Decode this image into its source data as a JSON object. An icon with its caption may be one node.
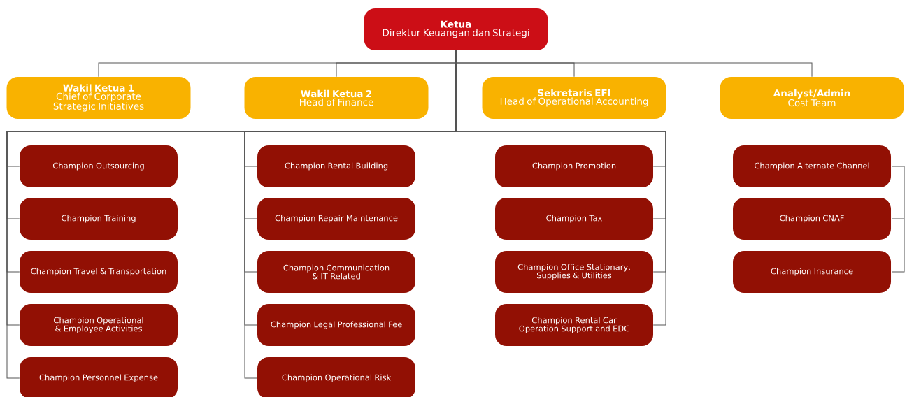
{
  "diagram": {
    "nodes": [
      {
        "text": [
          "Ketua",
          "Direktur Keuangan dan Strategi"
        ]
      },
      {
        "text": [
          "Wakil Ketua 1",
          "Chief of Corporate Strategic Initiatives"
        ]
      },
      {
        "text": [
          "Wakil Ketua 2",
          "Head of Finance"
        ]
      },
      {
        "text": [
          "Sekretaris EFI",
          "Head of Operational Accounting"
        ]
      },
      {
        "text": [
          "Analyst/Admin",
          "Cost Team"
        ]
      },
      {
        "text": [
          "Champion Outsourcing"
        ]
      },
      {
        "text": [
          "Champion Training"
        ]
      },
      {
        "text": [
          "Champion Travel & Transportation"
        ]
      },
      {
        "text": [
          "Champion Operational & Employee Activities"
        ]
      },
      {
        "text": [
          "Champion Personnel Expense"
        ]
      },
      {
        "text": [
          "Champion Rental Building"
        ]
      },
      {
        "text": [
          "Champion Repair Maintenance"
        ]
      },
      {
        "text": [
          "Champion Communication & IT Related"
        ]
      },
      {
        "text": [
          "Champion Legal Professional Fee"
        ]
      },
      {
        "text": [
          "Champion Operational Risk"
        ]
      },
      {
        "text": [
          "Champion Promotion"
        ]
      },
      {
        "text": [
          "Champion Tax"
        ]
      },
      {
        "text": [
          "Champion Office Stationary, Supplies & Utilities"
        ]
      },
      {
        "text": [
          "Champion Rental Car Operation Support and EDC"
        ]
      },
      {
        "text": [
          "Champion Alternate Channel"
        ]
      },
      {
        "text": [
          "Champion CNAF"
        ]
      },
      {
        "text": [
          "Champion Insurance"
        ]
      }
    ],
    "edges": [
      {
        "from": 0,
        "to": 1,
        "arrow": "none"
      },
      {
        "from": 0,
        "to": 2,
        "arrow": "none"
      },
      {
        "from": 0,
        "to": 3,
        "arrow": "none"
      },
      {
        "from": 0,
        "to": 4,
        "arrow": "none"
      },
      {
        "from": 0,
        "to": 5,
        "arrow": "none"
      },
      {
        "from": 0,
        "to": 6,
        "arrow": "none"
      },
      {
        "from": 0,
        "to": 7,
        "arrow": "none"
      },
      {
        "from": 0,
        "to": 8,
        "arrow": "none"
      },
      {
        "from": 0,
        "to": 9,
        "arrow": "none"
      },
      {
        "from": 0,
        "to": 10,
        "arrow": "none"
      },
      {
        "from": 0,
        "to": 11,
        "arrow": "none"
      },
      {
        "from": 0,
        "to": 12,
        "arrow": "none"
      },
      {
        "from": 0,
        "to": 13,
        "arrow": "none"
      },
      {
        "from": 0,
        "to": 14,
        "arrow": "none"
      },
      {
        "from": 0,
        "to": 15,
        "arrow": "none"
      },
      {
        "from": 0,
        "to": 16,
        "arrow": "none"
      },
      {
        "from": 0,
        "to": 17,
        "arrow": "none"
      },
      {
        "from": 0,
        "to": 18,
        "arrow": "none"
      }
    ]
  }
}
